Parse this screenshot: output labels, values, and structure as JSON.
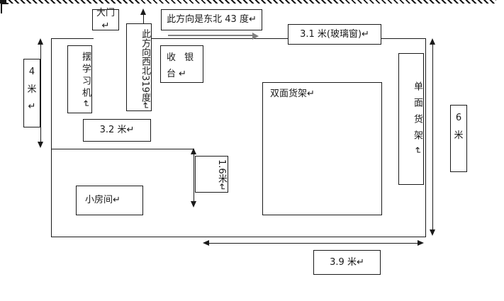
{
  "colors": {
    "line": "#1a1a1a",
    "direction_arrow_gray": "#7f7f7f",
    "background": "#ffffff"
  },
  "labels": {
    "gate": "大门↵",
    "ne_direction": "此方向是东北 43 度↵",
    "nw_direction": "此方向西北319度↵",
    "glass_window": "3.1 米(玻璃窗)↵",
    "cashier": "收 银\n台↵",
    "learning_machine": "摆学习机↵",
    "height_4m": "4\n米\n↵",
    "double_shelf": "双面货架↵",
    "single_shelf": "单面货架↵",
    "height_6m": "6\n米",
    "width_3_2m": "3.2 米↵",
    "small_room": "小房间↵",
    "gap_1_6m": "1.6米↵",
    "width_3_9m": "3.9 米↵"
  }
}
